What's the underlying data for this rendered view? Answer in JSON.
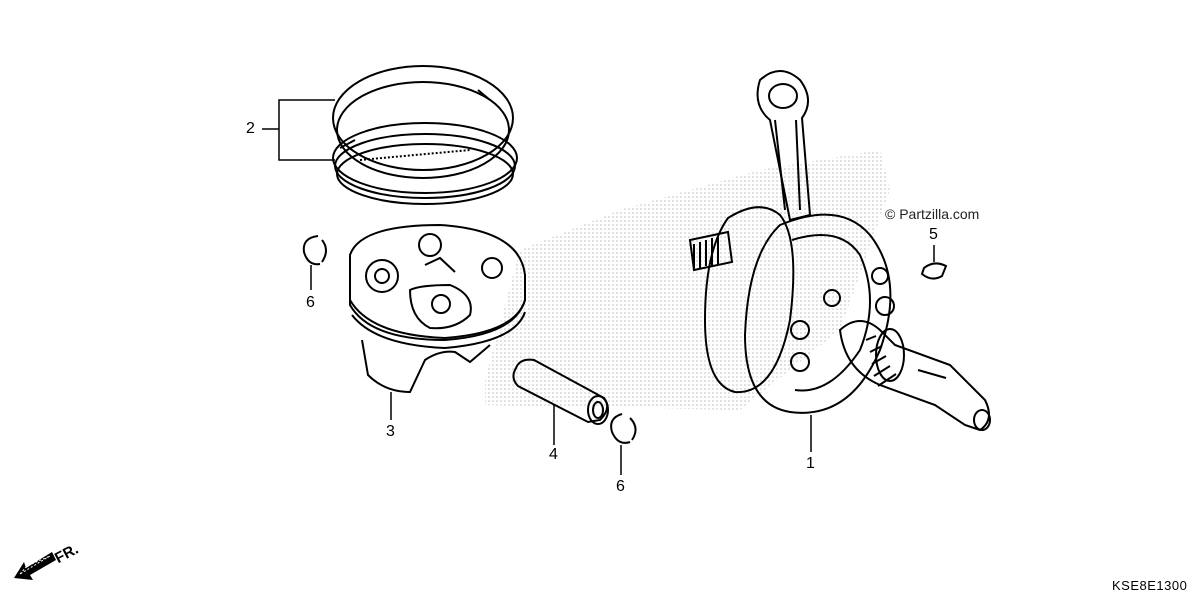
{
  "watermark": "© Partzilla.com",
  "diagram_code": "KSE8E1300",
  "front_arrow_label": "FR.",
  "callouts": [
    {
      "id": "crankshaft",
      "number": "1"
    },
    {
      "id": "piston-ring-set",
      "number": "2"
    },
    {
      "id": "piston",
      "number": "3"
    },
    {
      "id": "piston-pin",
      "number": "4"
    },
    {
      "id": "woodruff-key",
      "number": "5"
    },
    {
      "id": "clip-left",
      "number": "6"
    },
    {
      "id": "clip-right",
      "number": "6"
    }
  ],
  "colors": {
    "line": "#000000",
    "background": "#ffffff",
    "halftone": "#c8c8c8"
  }
}
